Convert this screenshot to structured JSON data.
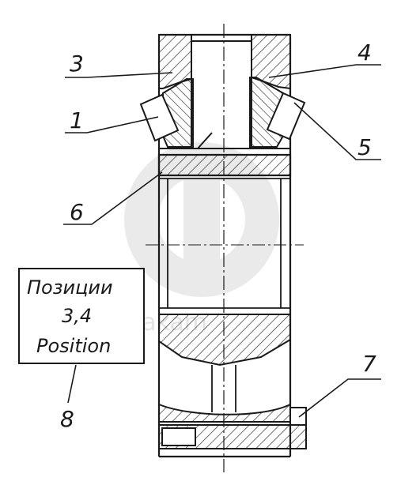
{
  "callouts": {
    "c1": "1",
    "c3": "3",
    "c4": "4",
    "c5": "5",
    "c6": "6",
    "c7": "7",
    "c8": "8"
  },
  "note_box": {
    "line1": "Позиции",
    "line2": "3,4",
    "line3": "Position"
  },
  "watermark": {
    "text": "datakam"
  }
}
